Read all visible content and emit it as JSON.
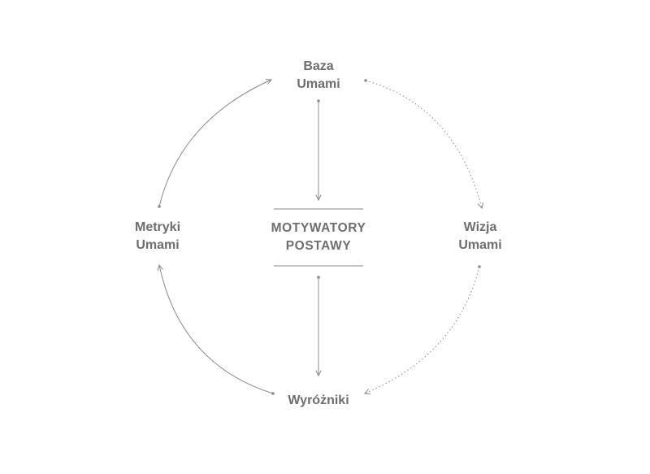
{
  "nodes": {
    "top": {
      "line1": "Baza",
      "line2": "Umami"
    },
    "left": {
      "line1": "Metryki",
      "line2": "Umami"
    },
    "right": {
      "line1": "Wizja",
      "line2": "Umami"
    },
    "bottom": {
      "line1": "Wyróżniki"
    },
    "center": {
      "line1": "MOTYWATORY",
      "line2": "POSTAWY"
    }
  },
  "colors": {
    "text": "#6e6e6e",
    "line": "#8a8a8a"
  }
}
